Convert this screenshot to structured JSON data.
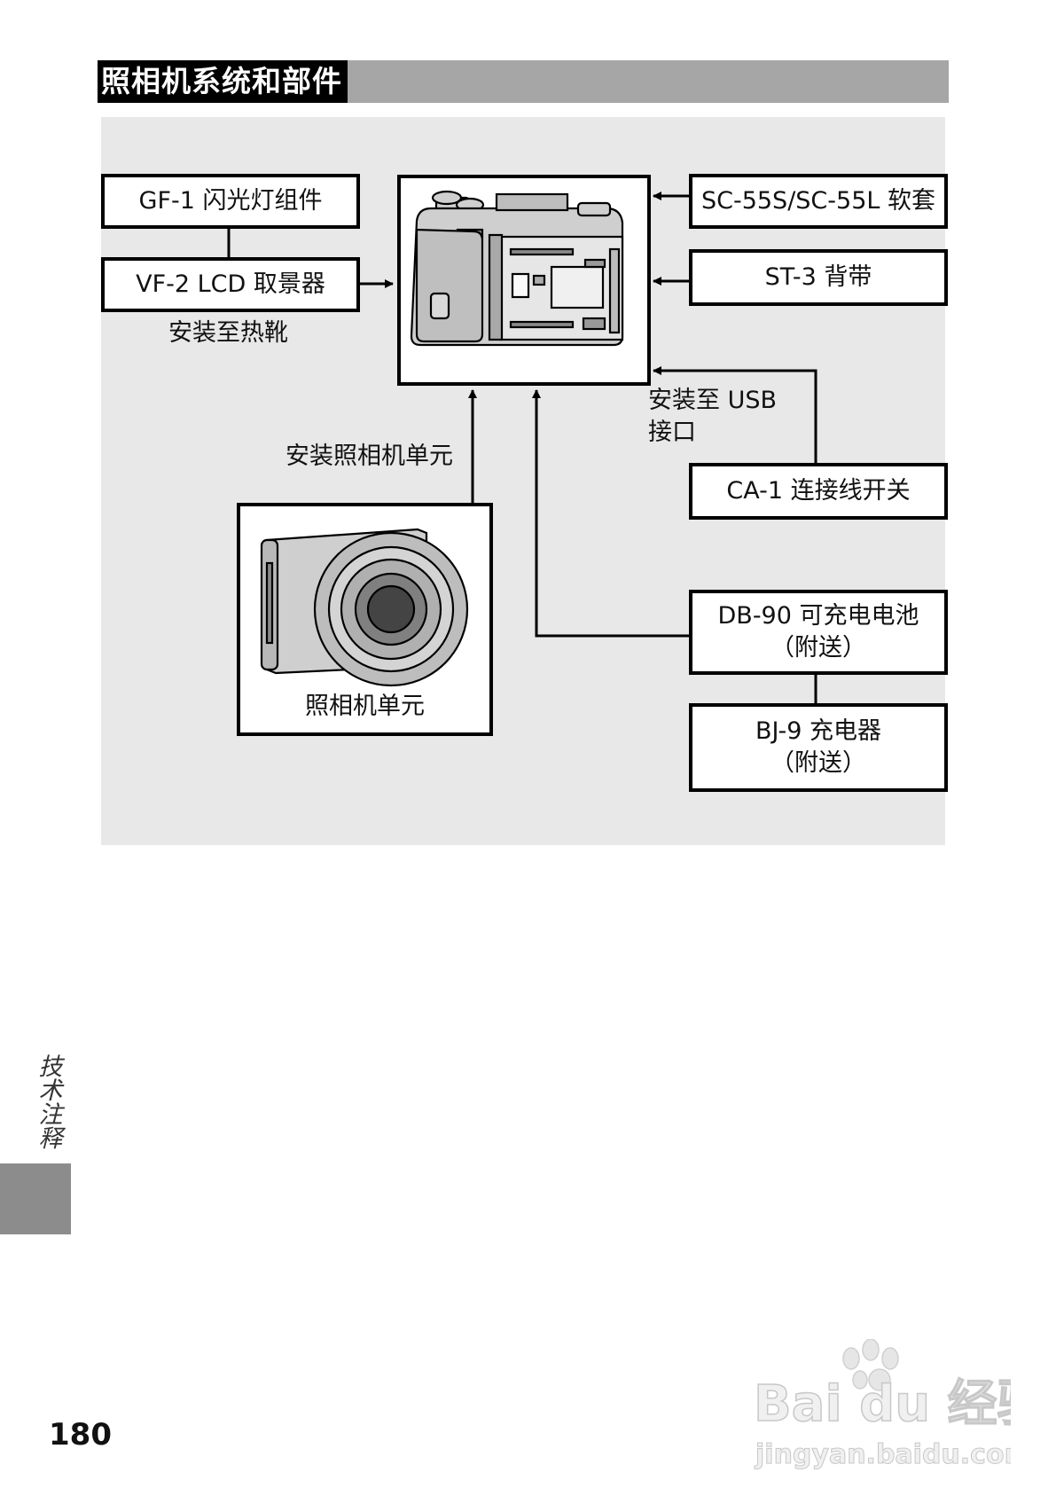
{
  "section_title": "照相机系统和部件",
  "components": {
    "gf1": "GF-1 闪光灯组件",
    "vf2": "VF-2 LCD 取景器",
    "hotshoe_note": "安装至热靴",
    "sc55": "SC-55S/SC-55L 软套",
    "st3": "ST-3 背带",
    "usb_note_line1": "安装至 USB",
    "usb_note_line2": "接口",
    "ca1": "CA-1 连接线开关",
    "mount_unit_note": "安装照相机单元",
    "camera_unit_caption": "照相机单元",
    "db90_line1": "DB-90 可充电电池",
    "db90_line2": "（附送）",
    "bj9_line1": "BJ-9 充电器",
    "bj9_line2": "（附送）"
  },
  "side_tab": "技术注释",
  "page_number": "180",
  "watermark": {
    "logo": "Bai du 经验",
    "url": "jingyan.baidu.com"
  }
}
